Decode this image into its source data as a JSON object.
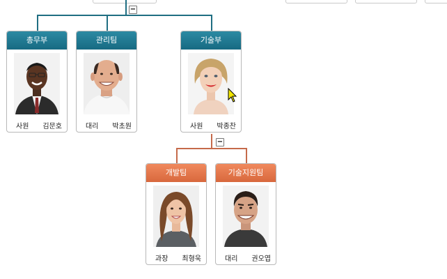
{
  "org_chart": {
    "toggles": {
      "root": "−",
      "tech_dept": "−"
    },
    "nodes": [
      {
        "id": "general",
        "dept": "총무부",
        "role": "사원",
        "name": "김문호",
        "photo": "portrait-man-dark"
      },
      {
        "id": "management",
        "dept": "관리팀",
        "role": "대리",
        "name": "박초원",
        "photo": "portrait-man-bald"
      },
      {
        "id": "tech",
        "dept": "기술부",
        "role": "사원",
        "name": "박종찬",
        "photo": "portrait-woman-blonde"
      },
      {
        "id": "dev",
        "dept": "개발팀",
        "role": "과장",
        "name": "최형욱",
        "photo": "portrait-woman-brunette"
      },
      {
        "id": "techsupport",
        "dept": "기술지원팀",
        "role": "대리",
        "name": "권오엽",
        "photo": "portrait-man-smiling"
      }
    ],
    "colors": {
      "level1": "#1f6e82",
      "level2": "#e0744a"
    },
    "cursor_icon": "arrow-cursor-icon"
  }
}
